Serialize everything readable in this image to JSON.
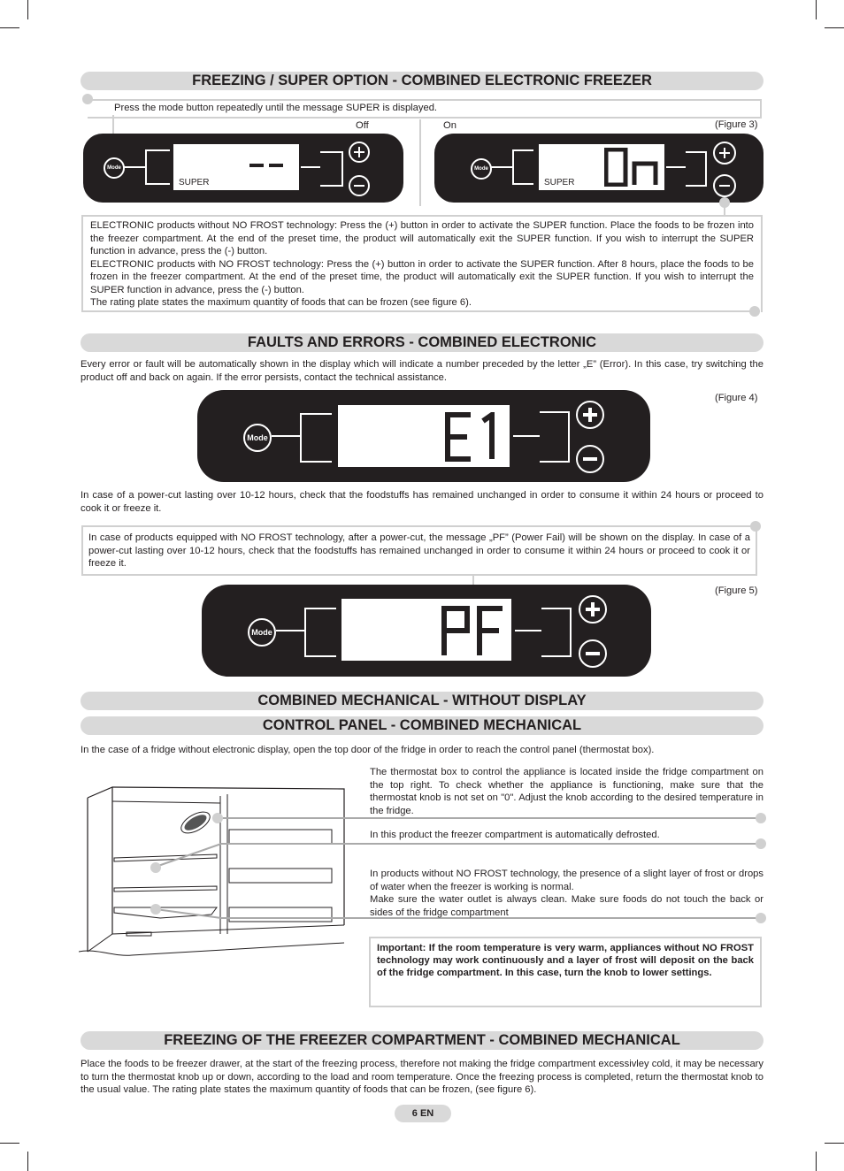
{
  "section1": {
    "heading": "FREEZING / SUPER OPTION - COMBINED ELECTRONIC FREEZER",
    "instruction": "Press the mode button repeatedly until the message SUPER is displayed.",
    "off_label": "Off",
    "on_label": "On",
    "figure_label": "(Figure 3)",
    "panel_off": {
      "mode_label": "Mode",
      "lcd_caption": "SUPER",
      "lcd_value": "--"
    },
    "panel_on": {
      "mode_label": "Mode",
      "lcd_caption": "SUPER",
      "lcd_value": "On"
    },
    "paragraph1": "ELECTRONIC products without NO FROST technology: Press the (+) button in order to activate the SUPER function. Place the foods to be frozen into the freezer compartment. At the end of the preset time, the product will automatically exit the SUPER function. If you wish to interrupt the SUPER function in advance, press the (-) button.",
    "paragraph2": "ELECTRONIC products with NO FROST technology: Press the (+) button in order to activate the SUPER function. After 8 hours, place the foods to be frozen in the freezer compartment. At the end of the preset time, the product will automatically exit the SUPER function. If you wish to interrupt the SUPER function in advance, press the (-) button.",
    "paragraph3": "The rating plate states the maximum quantity of foods that can be frozen (see figure 6)."
  },
  "section2": {
    "heading": "FAULTS AND ERRORS - COMBINED ELECTRONIC",
    "intro": "Every error or fault will be automatically shown in the display which will indicate a number preceded by the letter „E” (Error). In this case, try switching the product off and back on again. If the error persists, contact the technical assistance.",
    "figure4_label": "(Figure 4)",
    "panel_e1": {
      "mode_label": "Mode",
      "lcd_value": "E1"
    },
    "powercut_text": "In case of a power-cut lasting over 10-12 hours, check that the foodstuffs has remained unchanged in order to consume it within 24 hours or proceed to cook it or freeze it.",
    "nofrost_text": "In case of products equipped with NO FROST technology, after a power-cut, the message „PF” (Power Fail) will be shown on the display. In case of a power-cut lasting over 10-12 hours, check that the foodstuffs has remained unchanged in order to consume it within 24 hours or proceed to cook it or freeze it.",
    "figure5_label": "(Figure 5)",
    "panel_pf": {
      "mode_label": "Mode",
      "lcd_value": "PF"
    }
  },
  "section3": {
    "heading1": "COMBINED MECHANICAL - WITHOUT DISPLAY",
    "heading2": "CONTROL PANEL - COMBINED MECHANICAL",
    "intro": "In the case of a fridge without electronic display, open the top door of the fridge in order to reach the control panel (thermostat box).",
    "note1": "The thermostat box to control the appliance is located inside the fridge compartment on the top right. To check whether the appliance is functioning, make sure that the thermostat knob is not set on \"0\". Adjust the knob according to the desired temperature in the fridge.",
    "note2": "In this product the freezer compartment is automatically defrosted.",
    "note3a": "In products without NO FROST technology, the presence of a slight layer of frost or drops of water when the freezer is working is normal.",
    "note3b": "Make sure the water outlet is always clean. Make sure foods do not touch the back or sides of the fridge compartment",
    "important": "Important: If the room temperature is very warm, appliances without NO FROST technology may work continuously and a layer of frost will deposit on the back of the fridge compartment. In this case, turn the knob to lower settings."
  },
  "section4": {
    "heading": "FREEZING OF THE FREEZER COMPARTMENT - COMBINED MECHANICAL",
    "text": "Place the foods to be freezer drawer, at the start of the freezing process, therefore not making the fridge compartment excessivley cold, it may be necessary to turn the thermostat knob up or down, according to the load and room temperature. Once the freezing process is completed, return the thermostat knob to the usual value. The rating plate states the maximum quantity of foods that can be frozen, (see figure 6)."
  },
  "footer": {
    "page_number": "6 EN"
  },
  "colors": {
    "panel": "#231f20",
    "heading_bar": "#d9d9d9",
    "callout": "#d0d0d0"
  },
  "icons": [
    "plus-icon",
    "minus-icon",
    "mode-button-icon",
    "fridge-illustration"
  ]
}
